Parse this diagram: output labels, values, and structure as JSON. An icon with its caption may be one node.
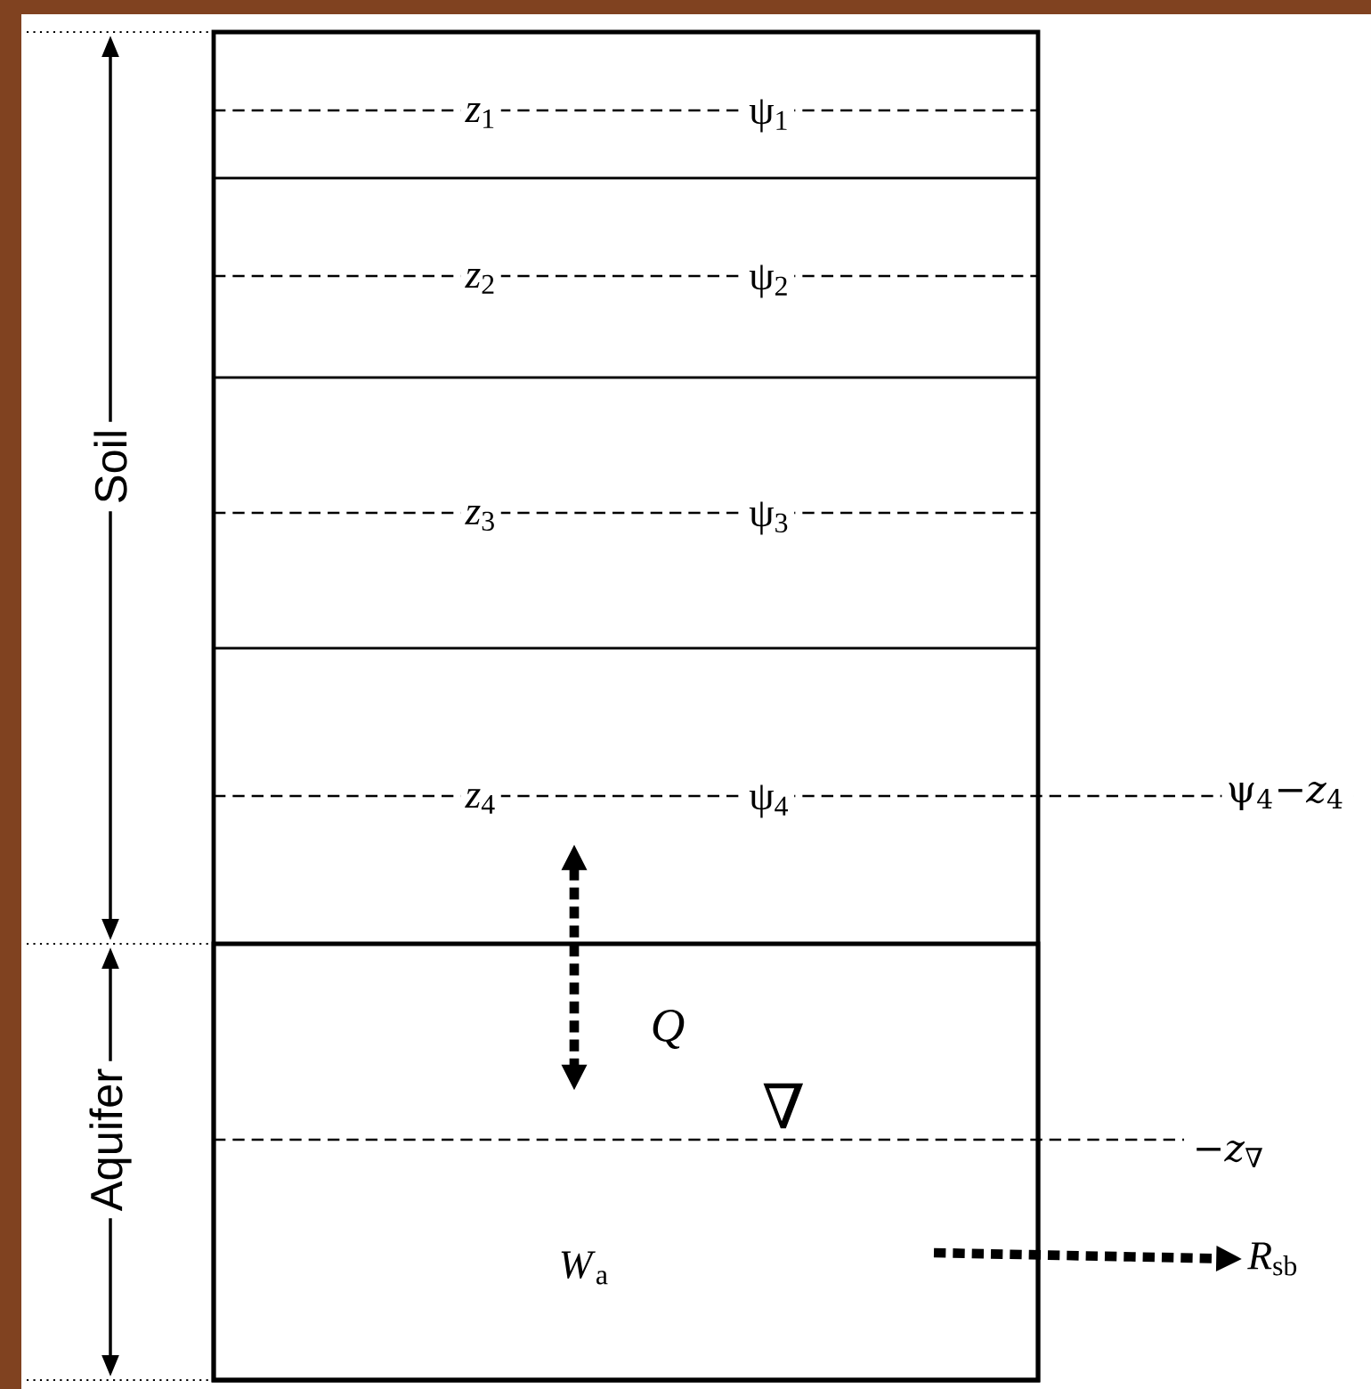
{
  "diagram": {
    "nodes": [
      {
        "text": [
          "*z*$_{1}$",
          "ψ$_{1}$"
        ]
      },
      {
        "text": [
          "*z*$_{2}$",
          "ψ$_{2}$"
        ]
      },
      {
        "text": [
          "*z*$_{3}$",
          "ψ$_{3}$"
        ]
      },
      {
        "text": [
          "*z*$_{4}$",
          "ψ$_{4}$"
        ]
      },
      {
        "text": [
          "*W*$_{a}$"
        ]
      },
      {
        "text": [
          "*R*$_{sb}$"
        ]
      }
    ],
    "edges": [
      {
        "from": 3,
        "to": 4,
        "arrow": "both",
        "label": "*Q*",
        "style": "dashed"
      },
      {
        "from": 4,
        "to": 5,
        "arrow": "to",
        "style": "dashed"
      }
    ],
    "labels": [
      "Soil",
      "Aquifer",
      "ψ$_{4}$−*z*$_{4}$",
      "∇",
      "−*z*$_{∇}$"
    ]
  }
}
